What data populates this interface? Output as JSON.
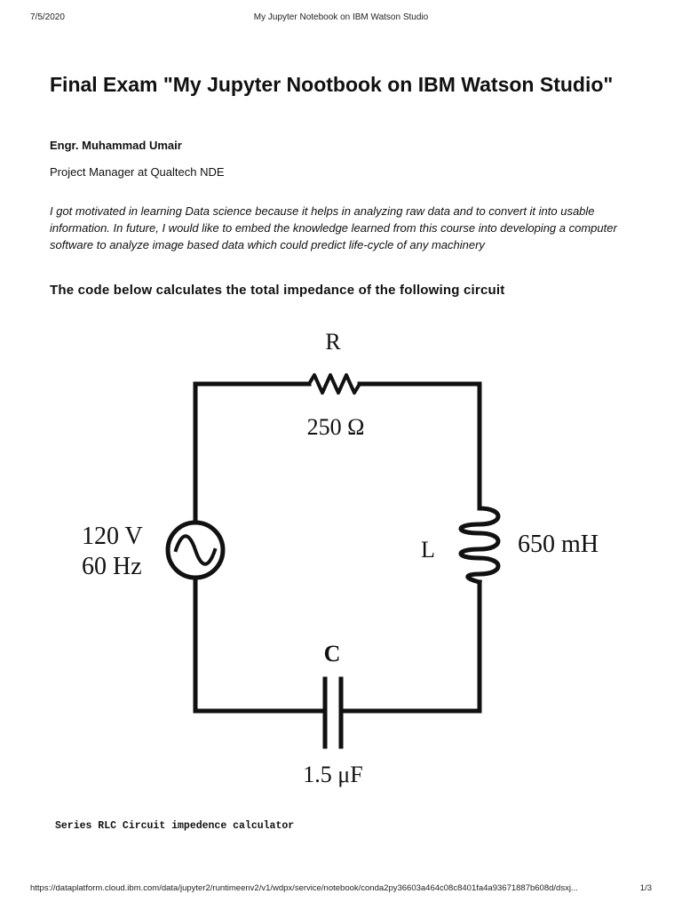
{
  "print_header": {
    "date": "7/5/2020",
    "title": "My Jupyter Notebook on IBM Watson Studio"
  },
  "document": {
    "title": "Final Exam \"My Jupyter Nootbook on IBM Watson Studio\"",
    "author": "Engr. Muhammad Umair",
    "position": "Project Manager at Qualtech NDE",
    "motivation": "I got motivated in learning Data science because it helps in analyzing raw data and to convert it into usable information. In future, I would like to embed the knowledge learned from this course into developing a computer software to analyze image based data which could predict life-cycle of any machinery",
    "section_heading": "The code below calculates the total impedance of the following circuit"
  },
  "circuit": {
    "resistor_label": "R",
    "resistor_value": "250 Ω",
    "source_voltage": "120 V",
    "source_frequency": "60 Hz",
    "inductor_label": "L",
    "inductor_value": "650 mH",
    "capacitor_label": "C",
    "capacitor_value": "1.5 μF"
  },
  "code": {
    "comment": "Series RLC Circuit impedence calculator"
  },
  "print_footer": {
    "url": "https://dataplatform.cloud.ibm.com/data/jupyter2/runtimeenv2/v1/wdpx/service/notebook/conda2py36603a464c08c8401fa4a93671887b608d/dsxj...",
    "page": "1/3"
  }
}
